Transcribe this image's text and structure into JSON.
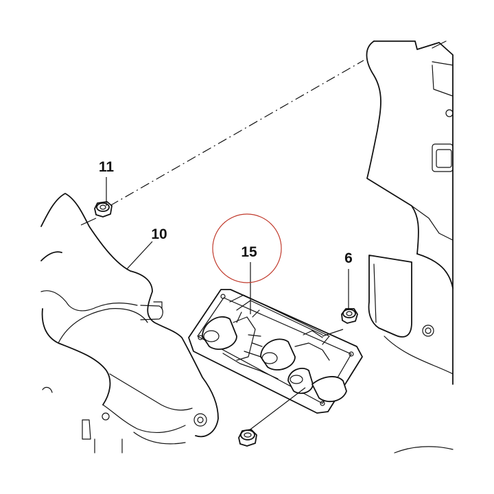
{
  "callouts": [
    {
      "id": "11",
      "text": "11"
    },
    {
      "id": "10",
      "text": "10"
    },
    {
      "id": "15",
      "text": "15"
    },
    {
      "id": "6",
      "text": "6"
    }
  ],
  "highlight_color": "#c0392b",
  "line_color": "#111111"
}
